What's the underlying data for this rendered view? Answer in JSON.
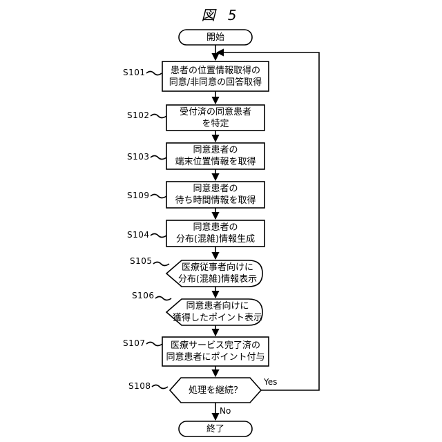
{
  "figure_title": "図 5",
  "nodes": {
    "start": "開始",
    "s101": "患者の位置情報取得の\n同意/非同意の回答取得",
    "s102": "受付済の同意患者\nを特定",
    "s103": "同意患者の\n端末位置情報を取得",
    "s109": "同意患者の\n待ち時間情報を取得",
    "s104": "同意患者の\n分布(混雑)情報生成",
    "s105": "医療従事者向けに\n分布(混雑)情報表示",
    "s106": "同意患者向けに\n獲得したポイント表示",
    "s107": "医療サービス完了済の\n同意患者にポイント付与",
    "s108": "処理を継続？",
    "end": "終了"
  },
  "step_labels": {
    "s101": "S101",
    "s102": "S102",
    "s103": "S103",
    "s109": "S109",
    "s104": "S104",
    "s105": "S105",
    "s106": "S106",
    "s107": "S107",
    "s108": "S108"
  },
  "edge_labels": {
    "yes": "Yes",
    "no": "No"
  }
}
